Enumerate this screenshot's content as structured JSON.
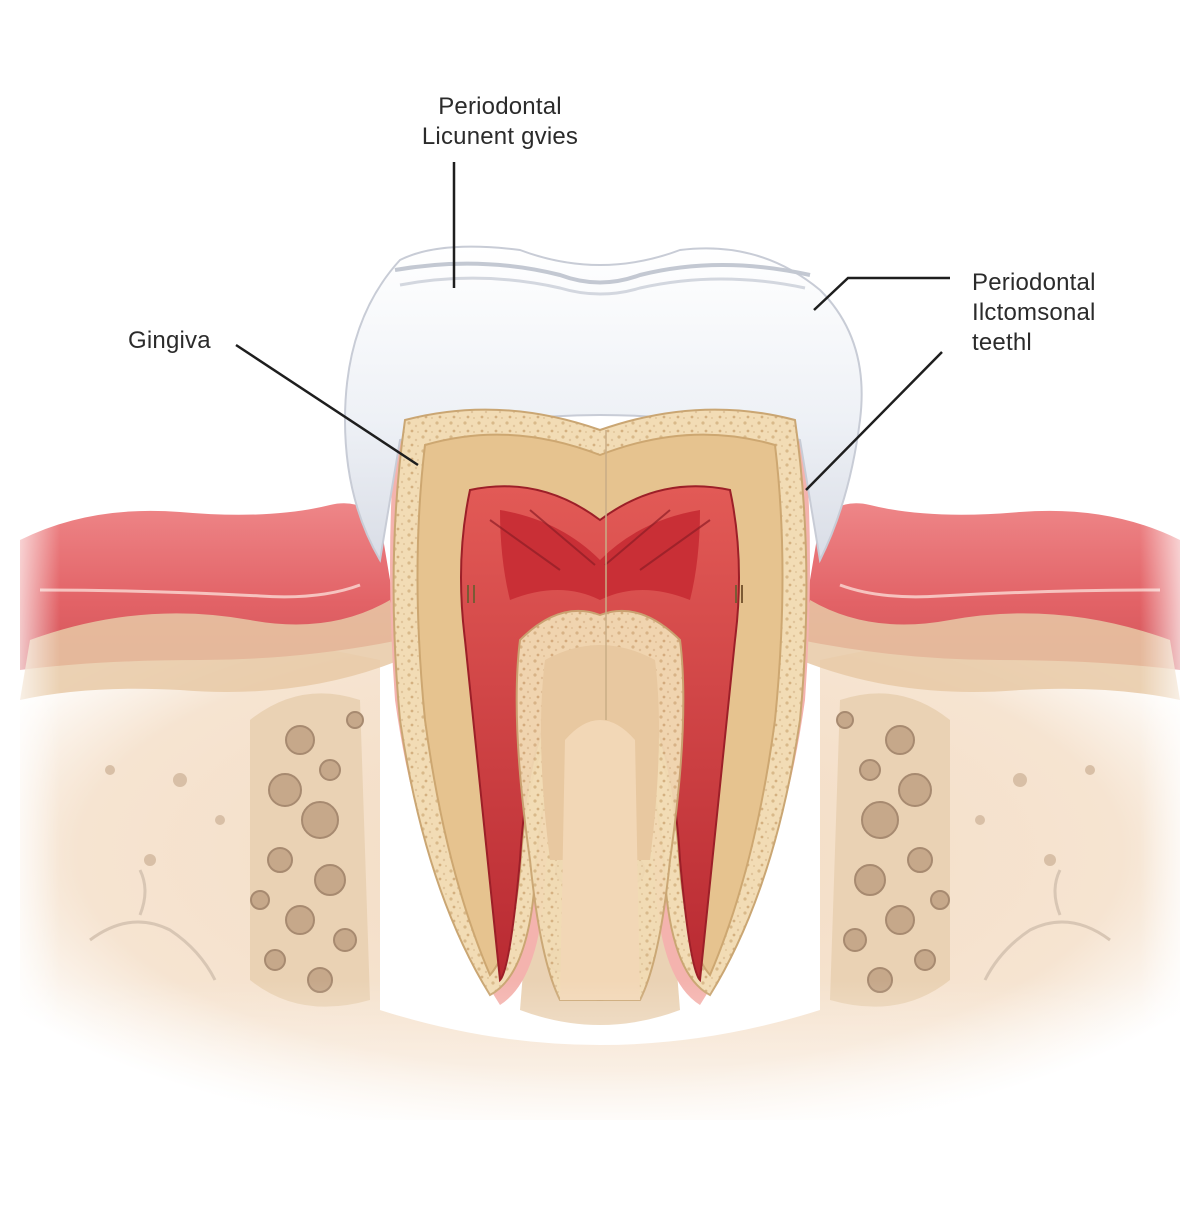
{
  "labels": {
    "top": [
      "Periodontal",
      "Licunent gvies"
    ],
    "left": [
      "Gingiva"
    ],
    "right": [
      "Periodontal",
      "Ilctomsonal",
      "teethl"
    ]
  },
  "colors": {
    "enamel": "#f3f5f9",
    "enamel_shade": "#d7dbe4",
    "dentin": "#e7c58f",
    "cementum": "#f1dcb4",
    "pulp": "#c7343a",
    "pulp_light": "#e36a62",
    "gingiva": "#e66a6e",
    "gingiva_light": "#f4a6a4",
    "bone": "#f4ddc4",
    "bone_pore": "#c9ad93",
    "bone_pore_dark": "#9c7f66",
    "leader_line": "#1e1e1e"
  }
}
